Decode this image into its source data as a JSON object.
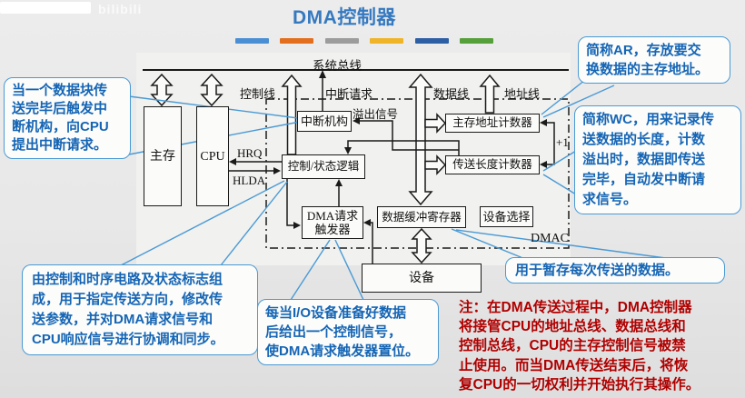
{
  "page": {
    "title": "DMA控制器",
    "watermark": "bilibili"
  },
  "colors": {
    "title": "#3579c0",
    "callout_text": "#1565b5",
    "callout_border": "#4a9ad4",
    "note": "#b00000"
  },
  "bars": [
    {
      "color": "#4a8fd3"
    },
    {
      "color": "#e36f1e"
    },
    {
      "color": "#9c9c9c"
    },
    {
      "color": "#f0b428"
    },
    {
      "color": "#2d5fa5"
    },
    {
      "color": "#55a03a"
    }
  ],
  "diagram": {
    "bus_label": "系统总线",
    "dmac_label": "DMAC",
    "boxes": {
      "main_memory": "主存",
      "cpu": "CPU",
      "interrupt_unit": "中断机构",
      "control_status_logic": "控制/状态逻辑",
      "mem_addr_counter": "主存地址计数器",
      "transfer_len_counter": "传送长度计数器",
      "dma_request_trigger": "DMA请求\n触发器",
      "data_buffer_register": "数据缓冲寄存器",
      "device_select": "设备选择",
      "device": "设备"
    },
    "line_labels": {
      "control_line": "控制线",
      "interrupt_request": "中断请求",
      "overflow_signal": "溢出信号",
      "data_line": "数据线",
      "address_line": "地址线",
      "hrq": "HRQ",
      "hlda": "HLDA",
      "plus_one": "+1"
    }
  },
  "callouts": {
    "interrupt": "当一个数据块传\n送完毕后触发中\n断机构，向CPU\n提出中断请求。",
    "ar": "简称AR，存放要交\n换数据的主存地址。",
    "wc": "简称WC，用来记录传\n送数据的长度，计数\n溢出时，数据即传送\n完毕，自动发中断请\n求信号。",
    "logic": "由控制和时序电路及状态标志组\n成，用于指定传送方向，修改传\n送参数，并对DMA请求信号和\nCPU响应信号进行协调和同步。",
    "io": "每当I/O设备准备好数据\n后给出一个控制信号，\n使DMA请求触发器置位。",
    "buffer": "用于暂存每次传送的数据。"
  },
  "note": "注：在DMA传送过程中，DMA控制器\n将接管CPU的地址总线、数据总线和\n控制总线，CPU的主存控制信号被禁\n止使用。而当DMA传送结束后，将恢\n复CPU的一切权利并开始执行其操作。"
}
